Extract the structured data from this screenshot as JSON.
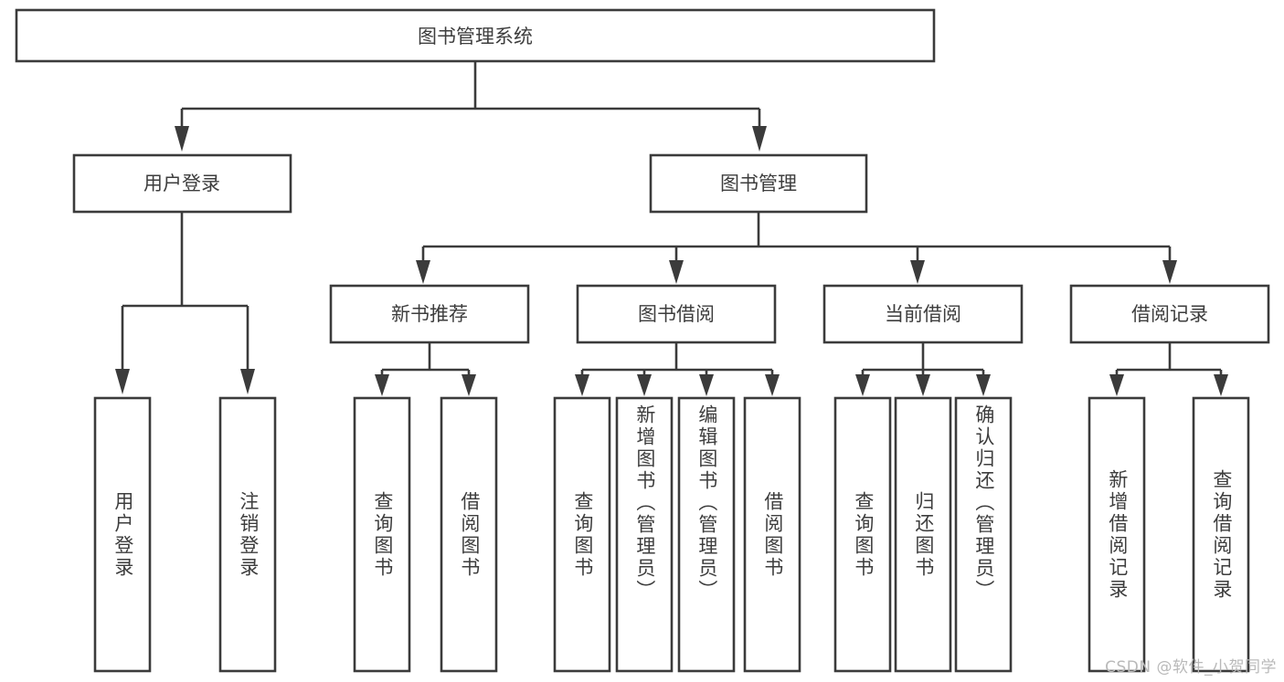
{
  "diagram": {
    "type": "tree",
    "title": "图书管理系统",
    "root": {
      "id": "root",
      "label": "图书管理系统"
    },
    "level2": [
      {
        "id": "user-login",
        "label": "用户登录"
      },
      {
        "id": "book-manage",
        "label": "图书管理"
      }
    ],
    "level3": [
      {
        "id": "new-book-recommend",
        "label": "新书推荐",
        "parent": "book-manage"
      },
      {
        "id": "book-borrow",
        "label": "图书借阅",
        "parent": "book-manage"
      },
      {
        "id": "current-borrow",
        "label": "当前借阅",
        "parent": "book-manage"
      },
      {
        "id": "borrow-record",
        "label": "借阅记录",
        "parent": "book-manage"
      }
    ],
    "leaves": {
      "user-login": [
        {
          "id": "leaf-user-login",
          "label": "用户登录"
        },
        {
          "id": "leaf-logout-login",
          "label": "注销登录"
        }
      ],
      "new-book-recommend": [
        {
          "id": "leaf-query-book-1",
          "label": "查询图书"
        },
        {
          "id": "leaf-borrow-book-1",
          "label": "借阅图书"
        }
      ],
      "book-borrow": [
        {
          "id": "leaf-query-book-2",
          "label": "查询图书"
        },
        {
          "id": "leaf-add-book-admin",
          "label": "新增图书（管理员）"
        },
        {
          "id": "leaf-edit-book-admin",
          "label": "编辑图书（管理员）"
        },
        {
          "id": "leaf-borrow-book-2",
          "label": "借阅图书"
        }
      ],
      "current-borrow": [
        {
          "id": "leaf-query-book-3",
          "label": "查询图书"
        },
        {
          "id": "leaf-return-book",
          "label": "归还图书"
        },
        {
          "id": "leaf-confirm-return-admin",
          "label": "确认归还（管理员）"
        }
      ],
      "borrow-record": [
        {
          "id": "leaf-add-borrow-record",
          "label": "新增借阅记录"
        },
        {
          "id": "leaf-query-borrow-record",
          "label": "查询借阅记录"
        }
      ]
    }
  },
  "watermark": {
    "text": "CSDN @软件_小贺同学"
  },
  "colors": {
    "stroke": "#3b3b3b",
    "text": "#3d3d3d",
    "background": "#ffffff",
    "watermark": "#b9b9b9"
  }
}
